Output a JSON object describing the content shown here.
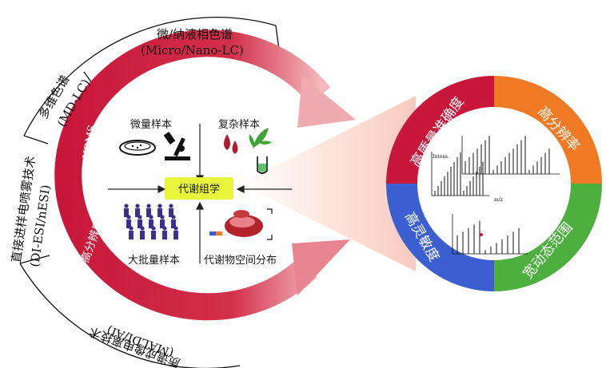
{
  "outer_ring": {
    "top_title_line1": "微/纳液相色谱",
    "top_title_line2": "(Micro/Nano-LC)",
    "left_upper_line1": "多维色谱",
    "left_upper_line2": "(MD-LC)",
    "left_lower_line1": "直接进样电喷雾技术",
    "left_lower_line2": "(DI-ESI/nESI)",
    "bottom_line1": "(MALDI/AI)",
    "bottom_line2": "质谱成像电离技术"
  },
  "red_ring": {
    "label_top": "HRMS",
    "label_bottom": "高分辨质谱"
  },
  "center": {
    "label": "代谢组学",
    "quadrant_tl": "微量样本",
    "quadrant_tr": "复杂样本",
    "quadrant_bl": "大批量样本",
    "quadrant_br": "代谢物空间分布"
  },
  "right_ring": {
    "tl": "高质量准确度",
    "tr": "高分辨率",
    "bl": "高灵敏度",
    "br": "宽动态范围"
  },
  "spectrum": {
    "y_axis_label": "Intens.",
    "x_axis_label": "m/z"
  },
  "colors": {
    "crimson": "#c8173a",
    "orange": "#f07a23",
    "blue": "#3b5fd1",
    "green": "#4caf3e",
    "center_box": "#e8f53a",
    "people": "#3b2f8f"
  },
  "icons": [
    "petri-dish-icon",
    "microscope-icon",
    "blood-drop-icon",
    "leaf-icon",
    "test-tube-icon",
    "people-crowd-icon",
    "tissue-sample-icon"
  ]
}
